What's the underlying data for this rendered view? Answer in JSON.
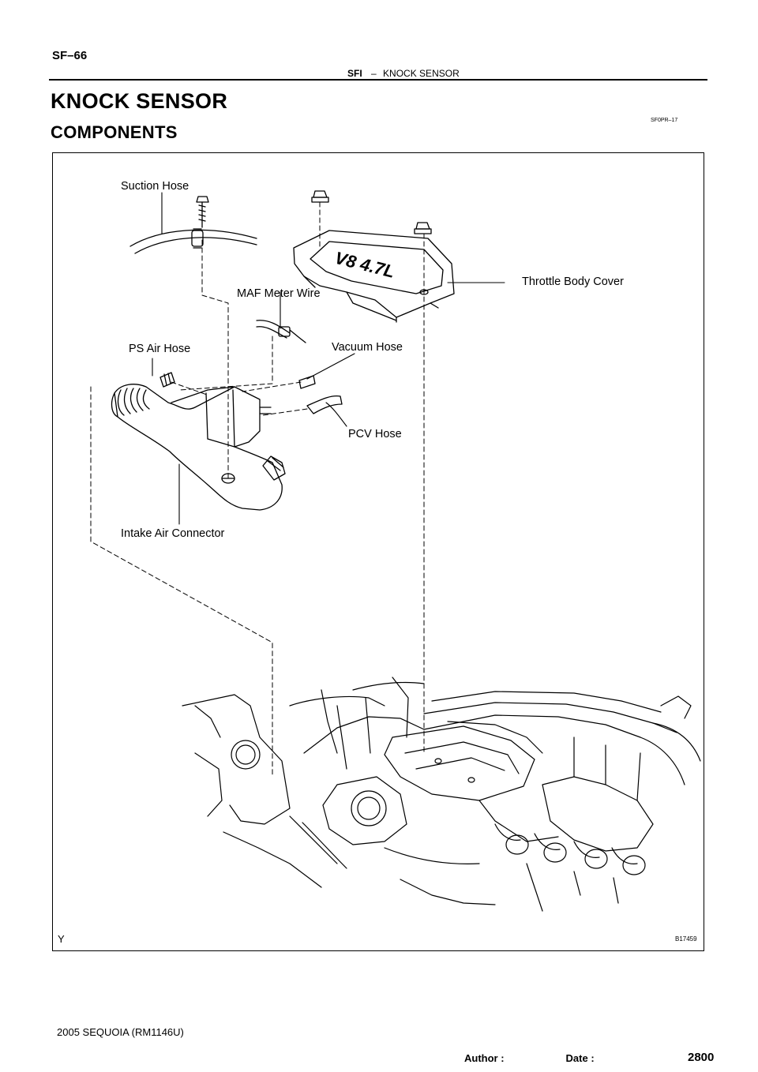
{
  "header": {
    "page_number": "SF–66",
    "section_code": "SFI",
    "separator": "–",
    "section_topic": "KNOCK SENSOR"
  },
  "title": "KNOCK SENSOR",
  "subtitle": "COMPONENTS",
  "ref_code": "SF0PR–17",
  "figure": {
    "labels": {
      "suction_hose": "Suction Hose",
      "throttle_body_cover": "Throttle Body Cover",
      "maf_meter_wire": "MAF Meter Wire",
      "ps_air_hose": "PS Air Hose",
      "vacuum_hose": "Vacuum Hose",
      "pcv_hose": "PCV Hose",
      "intake_air_connector": "Intake Air Connector"
    },
    "cover_marking": "V8 4.7L",
    "corner_mark": "Y",
    "figure_id": "B17459"
  },
  "footer": {
    "model": "2005 SEQUOIA   (RM1146U)",
    "author_label": "Author :",
    "date_label": "Date :",
    "page_total": "2800"
  }
}
